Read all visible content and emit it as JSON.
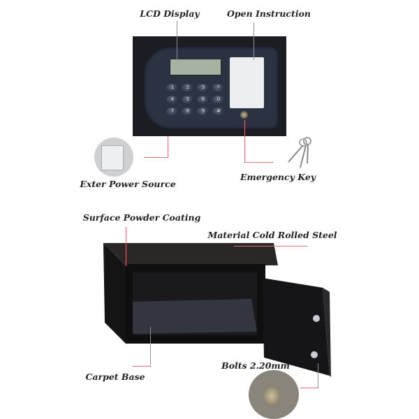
{
  "labels": {
    "lcd_display": "LCD Display",
    "open_instruction": "Open Instruction",
    "exter_power_source": "Exter Power Source",
    "emergency_key": "Emergency Key",
    "surface_powder_coating": "Surface Powder Coating",
    "material": "Material Cold Rolled Steel",
    "carpet_base": "Carpet Base",
    "bolts": "Bolts 2.20mm"
  },
  "keypad": [
    "1",
    "2",
    "3",
    "*",
    "4",
    "5",
    "6",
    "0",
    "7",
    "8",
    "9",
    "#"
  ],
  "colors": {
    "callout_line": "#d9707a",
    "panel": "#1b1d22",
    "keypad_bezel": "#2b3242",
    "lcd": "#a9b1a2"
  }
}
